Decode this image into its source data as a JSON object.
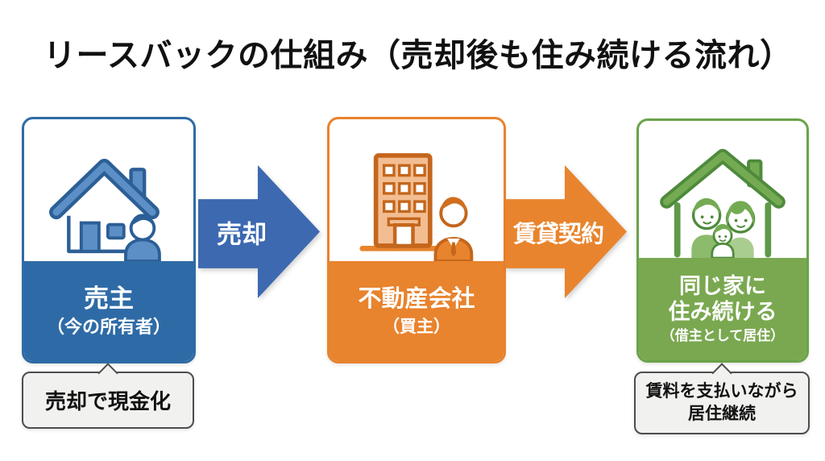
{
  "title": "リースバックの仕組み（売却後も住み続ける流れ）",
  "steps": [
    {
      "label": "売主",
      "sublabel": "（今の所有者）",
      "icon": "house-owner-icon"
    },
    {
      "label": "不動産会社",
      "sublabel": "（買主）",
      "icon": "company-buyer-icon"
    },
    {
      "label_line1": "同じ家に",
      "label_line2": "住み続ける",
      "sublabel": "（借主として居住）",
      "icon": "family-home-icon"
    }
  ],
  "arrows": [
    {
      "label": "売却"
    },
    {
      "label": "賃貸契約"
    }
  ],
  "callouts": [
    {
      "text": "売却で現金化"
    },
    {
      "line1": "賃料を支払いながら",
      "line2": "居住継続"
    }
  ],
  "colors": {
    "seller_blue": "#2e6ba6",
    "arrow_blue": "#3c69b0",
    "company_orange": "#e8832e",
    "arrow_orange": "#e8842d",
    "stay_green": "#7aa850",
    "stay_border_green": "#6aa34a",
    "callout_bg": "#f1f1ef",
    "callout_border": "#4d4d4d",
    "title_text": "#111111"
  }
}
